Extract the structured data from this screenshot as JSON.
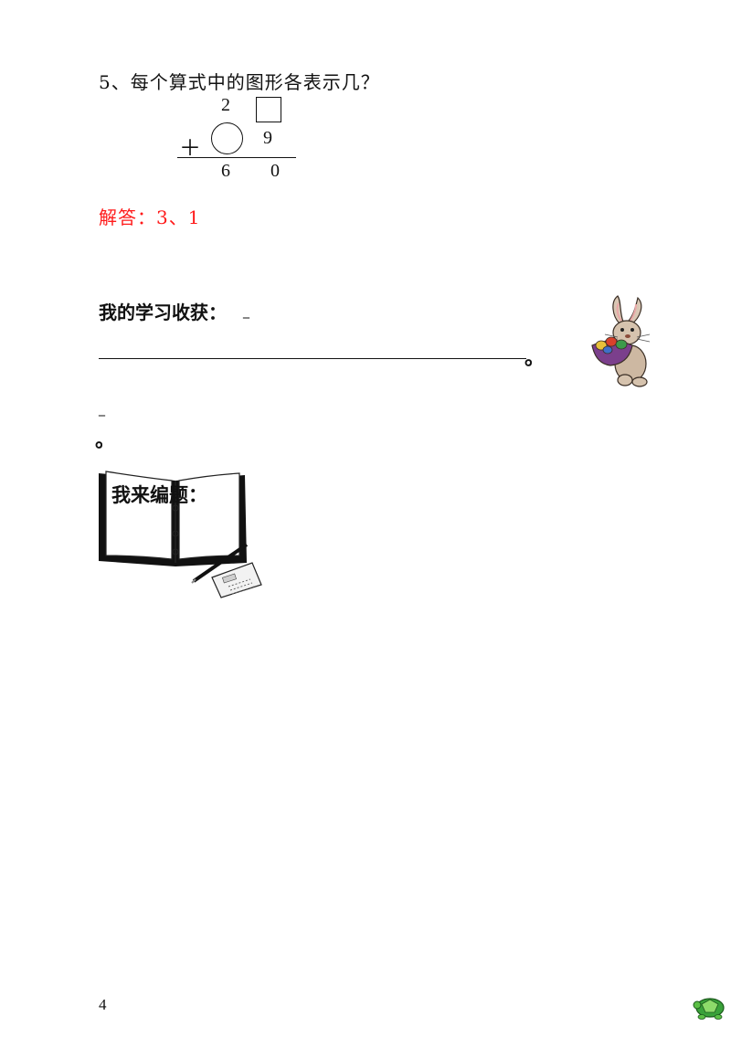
{
  "question": {
    "text": "5、每个算式中的图形各表示几？"
  },
  "equation": {
    "top_digit": "2",
    "second_digit": "9",
    "operator": "＋",
    "result_tens": "6",
    "result_ones": "0",
    "unknown_shapes": [
      "circle",
      "square"
    ]
  },
  "answer": {
    "text": "解答：3、1",
    "color": "#ff1a1a"
  },
  "harvest": {
    "heading": "我的学习收获：",
    "dash1": "_",
    "period1": "。",
    "dash2": "_",
    "period2": "。"
  },
  "compose": {
    "heading": "我来编题："
  },
  "decorations": {
    "rabbit": "rabbit-with-egg-basket-icon",
    "notebook": "open-notebook-with-pen-and-calculator-icon",
    "turtle": "green-turtle-icon"
  },
  "footer": {
    "page_number": "4"
  }
}
